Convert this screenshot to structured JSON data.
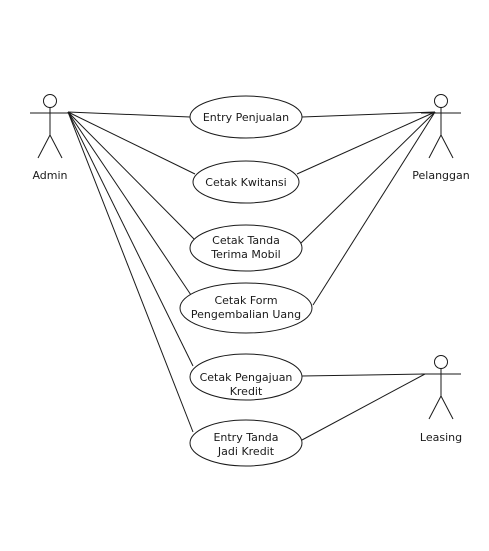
{
  "actors": [
    {
      "id": "admin",
      "label": "Admin"
    },
    {
      "id": "pelanggan",
      "label": "Pelanggan"
    },
    {
      "id": "leasing",
      "label": "Leasing"
    }
  ],
  "use_cases": [
    {
      "id": "uc1",
      "lines": [
        "Entry Penjualan"
      ]
    },
    {
      "id": "uc2",
      "lines": [
        "Cetak Kwitansi"
      ]
    },
    {
      "id": "uc3",
      "lines": [
        "Cetak Tanda",
        "Terima Mobil"
      ]
    },
    {
      "id": "uc4",
      "lines": [
        "Cetak Form",
        "Pengembalian Uang"
      ]
    },
    {
      "id": "uc5",
      "lines": [
        "Cetak Pengajuan",
        "Kredit"
      ]
    },
    {
      "id": "uc6",
      "lines": [
        "Entry Tanda",
        "Jadi Kredit"
      ]
    }
  ],
  "associations": [
    {
      "actor": "admin",
      "use_case": "uc1"
    },
    {
      "actor": "admin",
      "use_case": "uc2"
    },
    {
      "actor": "admin",
      "use_case": "uc3"
    },
    {
      "actor": "admin",
      "use_case": "uc4"
    },
    {
      "actor": "admin",
      "use_case": "uc5"
    },
    {
      "actor": "admin",
      "use_case": "uc6"
    },
    {
      "actor": "pelanggan",
      "use_case": "uc1"
    },
    {
      "actor": "pelanggan",
      "use_case": "uc2"
    },
    {
      "actor": "pelanggan",
      "use_case": "uc3"
    },
    {
      "actor": "pelanggan",
      "use_case": "uc4"
    },
    {
      "actor": "leasing",
      "use_case": "uc5"
    },
    {
      "actor": "leasing",
      "use_case": "uc6"
    }
  ]
}
